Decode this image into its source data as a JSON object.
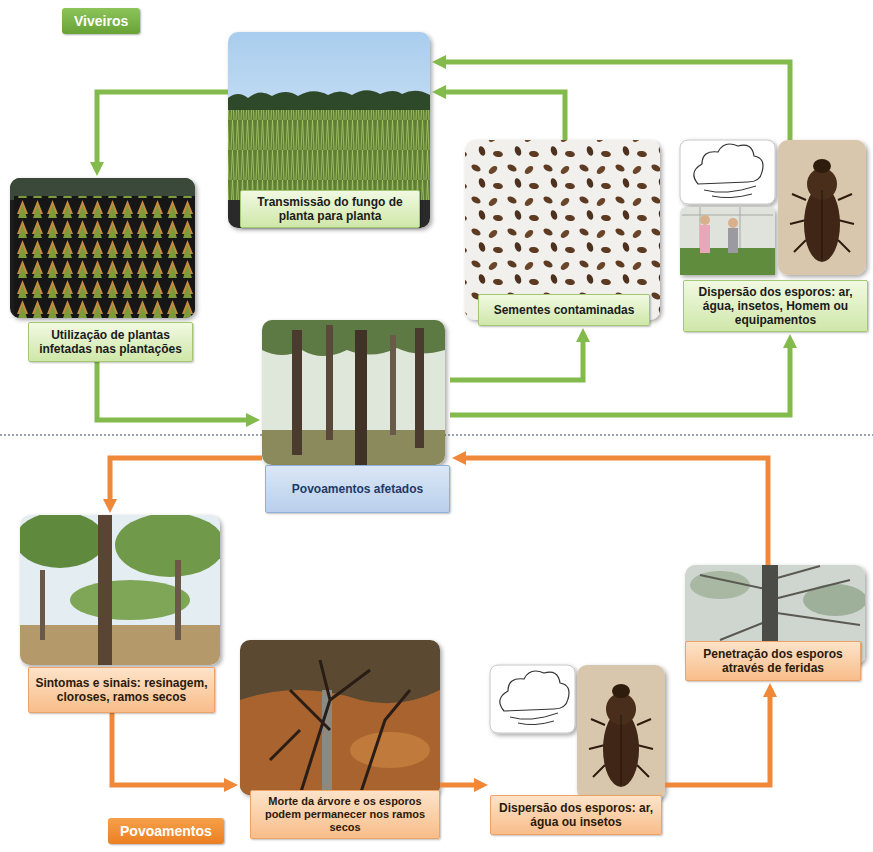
{
  "diagram": {
    "nodes": [
      {
        "text": [
          "Viveiros"
        ]
      },
      {
        "text": [
          "Transmissão do fungo de planta para planta"
        ]
      },
      {
        "text": [
          "Utilização de plantas infetadas nas plantações"
        ]
      },
      {
        "text": [
          "Sementes contaminadas"
        ]
      },
      {
        "text": [
          "Dispersão dos esporos: ar, água, insetos, Homem ou equipamentos"
        ]
      },
      {
        "text": [
          "Povoamentos afetados"
        ]
      },
      {
        "text": [
          "Sintomas e sinais: resinagem, cloroses, ramos secos"
        ]
      },
      {
        "text": [
          "Morte da árvore e os esporos podem permanecer nos ramos secos"
        ]
      },
      {
        "text": [
          "Dispersão dos esporos: ar, água ou insetos"
        ]
      },
      {
        "text": [
          "Penetração dos esporos através de feridas"
        ]
      },
      {
        "text": [
          "Povoamentos"
        ]
      }
    ],
    "edges": [
      {
        "from": 1,
        "to": 2,
        "arrow": "to"
      },
      {
        "from": 2,
        "to": 5,
        "arrow": "to"
      },
      {
        "from": 5,
        "to": 3,
        "arrow": "to"
      },
      {
        "from": 5,
        "to": 4,
        "arrow": "to"
      },
      {
        "from": 3,
        "to": 1,
        "arrow": "to"
      },
      {
        "from": 4,
        "to": 1,
        "arrow": "to"
      },
      {
        "from": 5,
        "to": 6,
        "arrow": "to"
      },
      {
        "from": 6,
        "to": 7,
        "arrow": "to"
      },
      {
        "from": 7,
        "to": 8,
        "arrow": "to"
      },
      {
        "from": 8,
        "to": 9,
        "arrow": "to"
      },
      {
        "from": 9,
        "to": 5,
        "arrow": "to"
      }
    ]
  }
}
